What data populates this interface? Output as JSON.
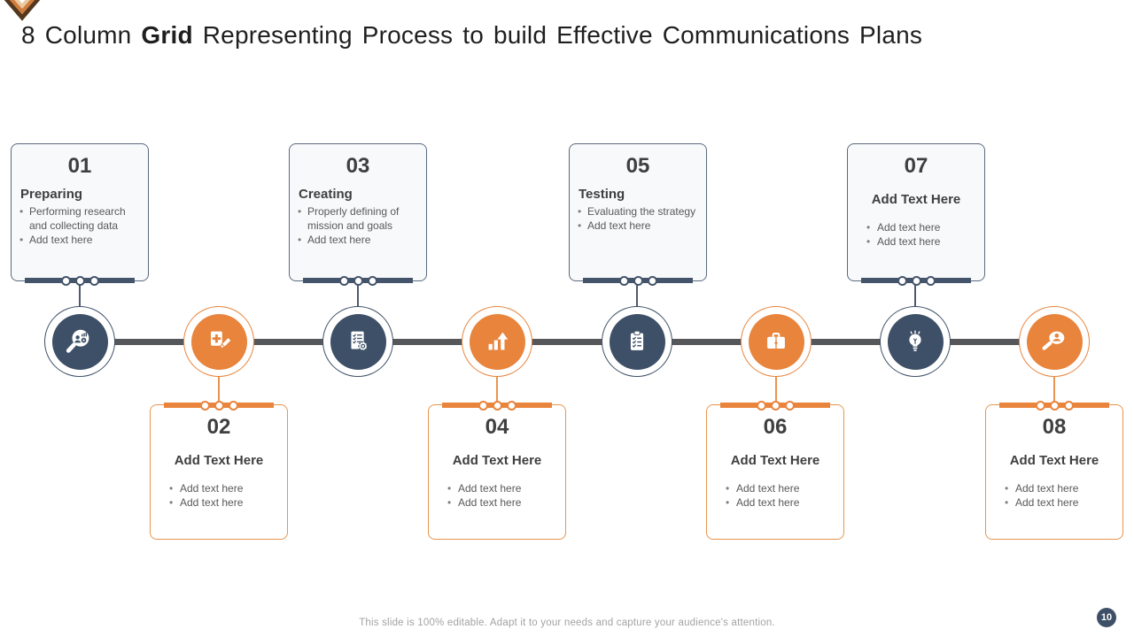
{
  "title": {
    "prefix": "8 Column ",
    "bold": "Grid",
    "suffix": " Representing Process to build Effective Communications Plans"
  },
  "colors": {
    "navy": "#3e5067",
    "orange": "#e8843c",
    "timeline_gray": "#56575a",
    "card_top_bg": "#f8f9fb",
    "text_dark": "#3f3f3f",
    "text_gray": "#595959"
  },
  "steps": [
    {
      "number": "01",
      "title": "Preparing",
      "bullets": [
        "Performing research and collecting data",
        "Add text here"
      ],
      "icon": "research-magnifier-icon"
    },
    {
      "number": "02",
      "title": "Add Text Here",
      "bullets": [
        "Add text here",
        "Add text here"
      ],
      "icon": "note-pencil-icon"
    },
    {
      "number": "03",
      "title": "Creating",
      "bullets": [
        "Properly defining of mission and goals",
        "Add text here"
      ],
      "icon": "document-gear-icon"
    },
    {
      "number": "04",
      "title": "Add Text Here",
      "bullets": [
        "Add text here",
        "Add text here"
      ],
      "icon": "growth-chart-icon"
    },
    {
      "number": "05",
      "title": "Testing",
      "bullets": [
        "Evaluating the strategy",
        "Add text here"
      ],
      "icon": "clipboard-checklist-icon"
    },
    {
      "number": "06",
      "title": "Add Text Here",
      "bullets": [
        "Add text here",
        "Add text here"
      ],
      "icon": "briefcase-icon"
    },
    {
      "number": "07",
      "title": "Add Text Here",
      "bullets": [
        "Add text here",
        "Add text here"
      ],
      "icon": "lightbulb-icon"
    },
    {
      "number": "08",
      "title": "Add Text Here",
      "bullets": [
        "Add text here",
        "Add text here"
      ],
      "icon": "person-search-icon"
    }
  ],
  "footer": {
    "note": "This slide is 100% editable. Adapt it to your needs and capture your audience's attention.",
    "page": "10"
  }
}
